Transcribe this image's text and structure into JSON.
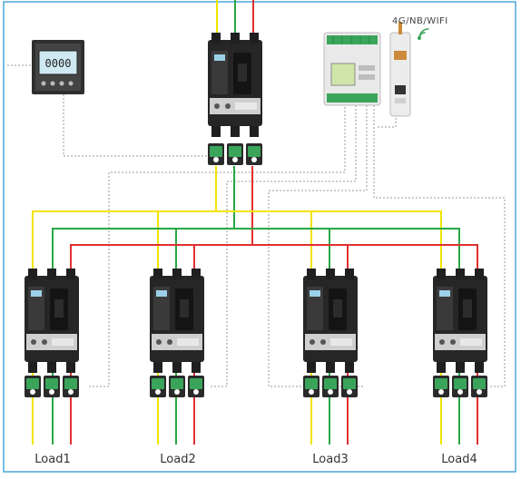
{
  "diagram": {
    "gateway": {
      "label": "4G/NB/WIFI",
      "icon": "wifi-icon"
    },
    "panel_meter": {
      "display": "0000"
    },
    "loads": [
      {
        "label": "Load1"
      },
      {
        "label": "Load2"
      },
      {
        "label": "Load3"
      },
      {
        "label": "Load4"
      }
    ],
    "colors": {
      "frame": "#4aa8d8",
      "phase_l1": "#f2e400",
      "phase_l2": "#28a745",
      "phase_l3": "#e03030",
      "comm_line": "#8a8a8a",
      "breaker_body": "#2b2b2b",
      "ct_green": "#3aa55a"
    }
  }
}
